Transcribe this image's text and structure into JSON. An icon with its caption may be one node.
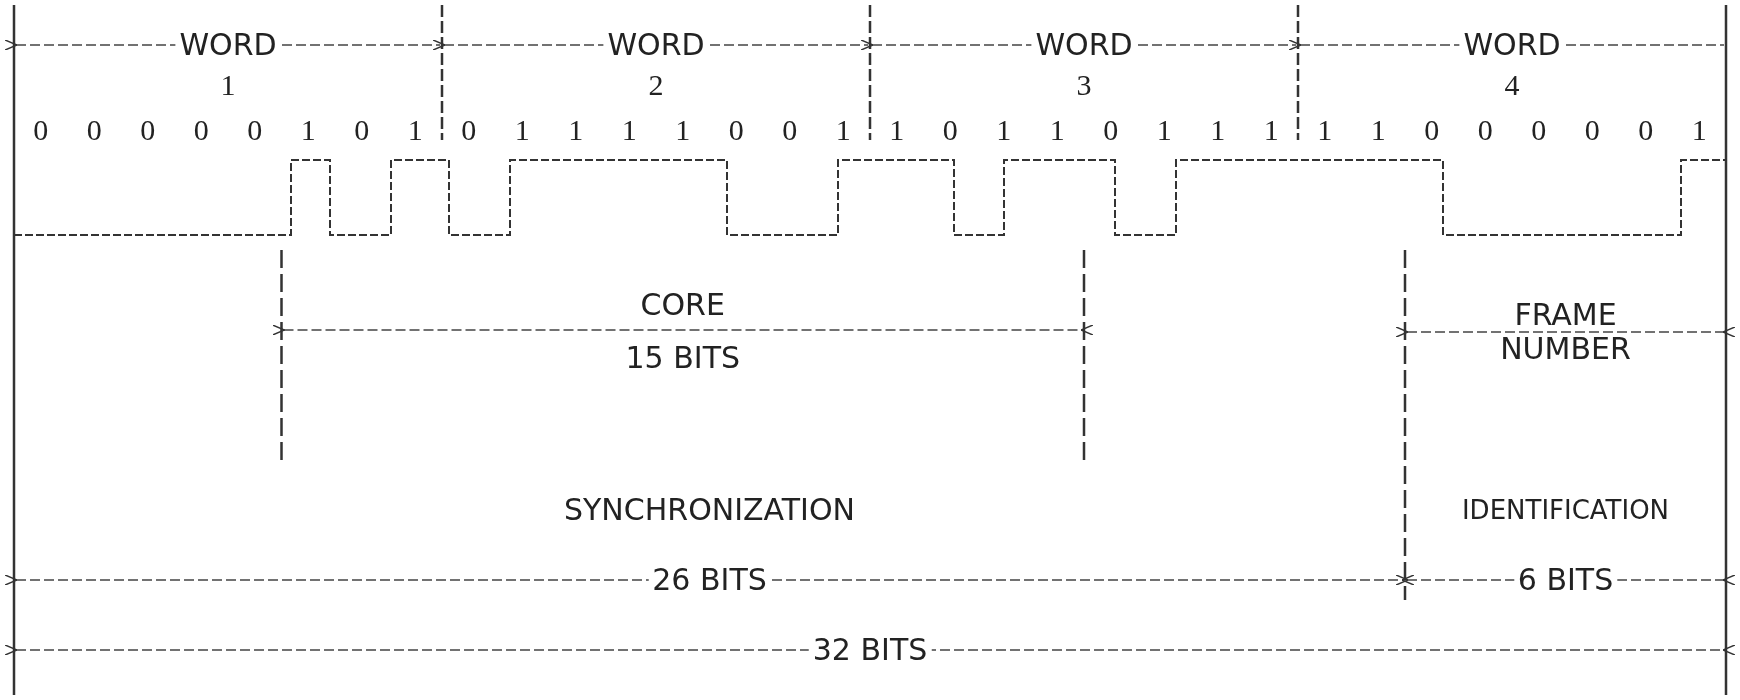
{
  "diagram": {
    "labels": [
      "WORD",
      "1",
      "WORD",
      "2",
      "WORD",
      "3",
      "WORD",
      "4",
      "0",
      "0",
      "0",
      "0",
      "0",
      "1",
      "0",
      "1",
      "0",
      "1",
      "1",
      "1",
      "1",
      "0",
      "0",
      "1",
      "1",
      "0",
      "1",
      "1",
      "0",
      "1",
      "1",
      "1",
      "1",
      "1",
      "0",
      "0",
      "0",
      "0",
      "0",
      "1",
      "CORE",
      "15 BITS",
      "FRAME NUMBER",
      "SYNCHRONIZATION",
      "IDENTIFICATION",
      "26 BITS",
      "6 BITS",
      "32 BITS"
    ]
  }
}
